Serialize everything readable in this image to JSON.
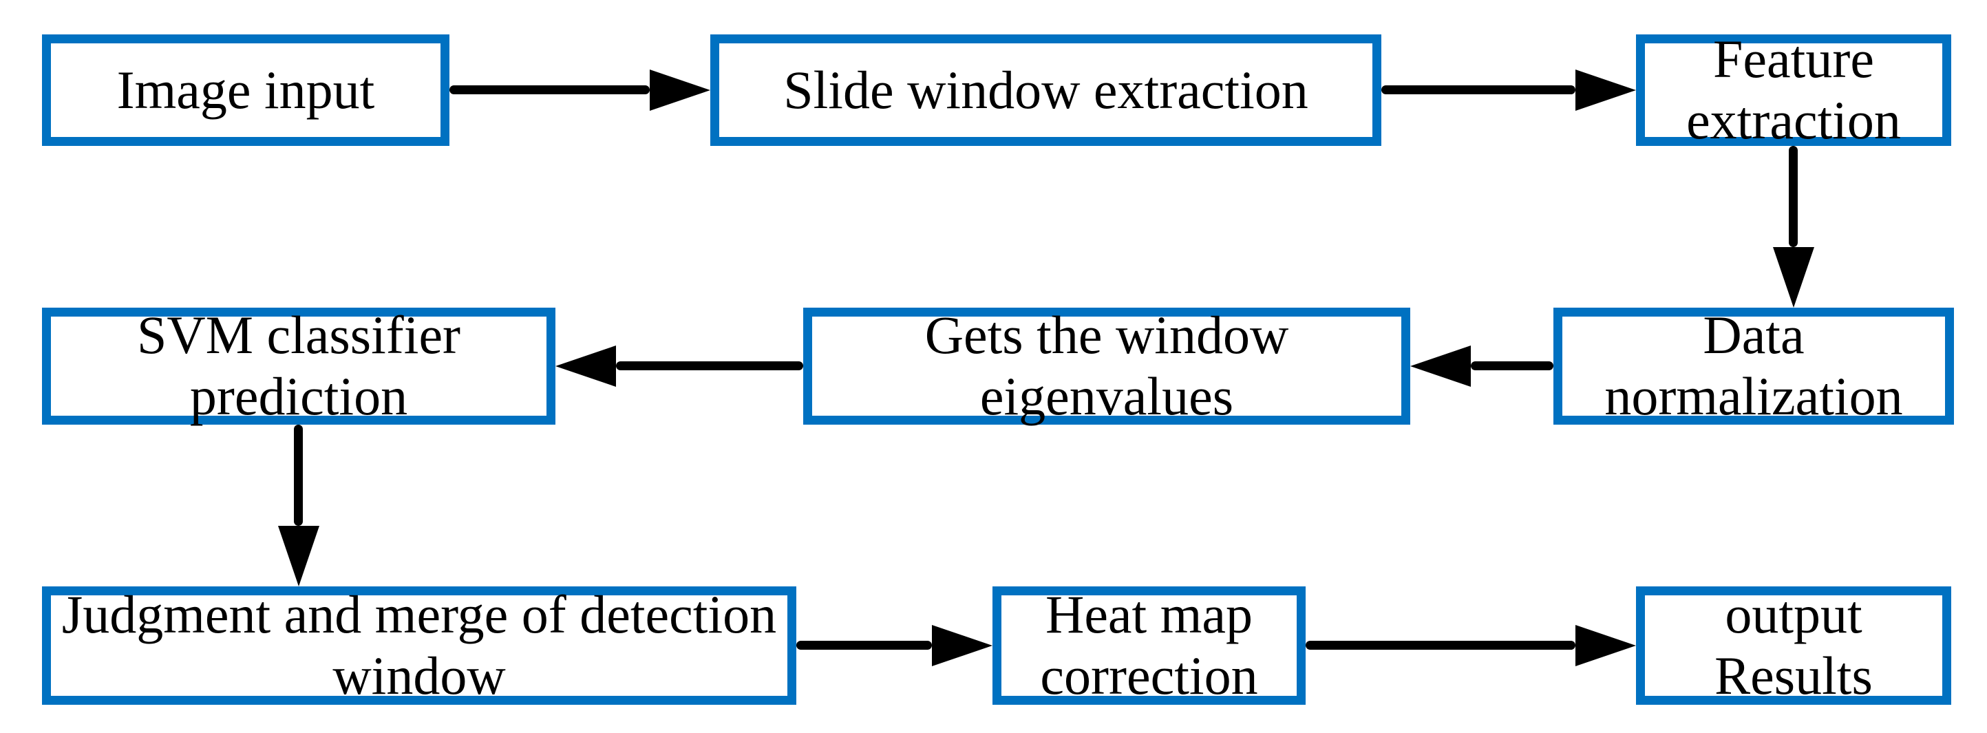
{
  "diagram": {
    "background_color": "#ffffff",
    "accent_color": "#0071c1",
    "arrow_color": "#000000",
    "nodes": [
      {
        "id": "image-input",
        "label": "Image input"
      },
      {
        "id": "slide-window-extraction",
        "label": "Slide window extraction"
      },
      {
        "id": "feature-extraction",
        "label": "Feature\nextraction"
      },
      {
        "id": "data-normalization",
        "label": "Data\nnormalization"
      },
      {
        "id": "gets-the-window-eigenvalues",
        "label": "Gets the window\neigenvalues"
      },
      {
        "id": "svm-classifier-prediction",
        "label": "SVM classifier\nprediction"
      },
      {
        "id": "judgment-and-merge-of-detection-window",
        "label": "Judgment and merge of detection\nwindow"
      },
      {
        "id": "heat-map-correction",
        "label": "Heat map\ncorrection"
      },
      {
        "id": "output-results",
        "label": "output\nResults"
      }
    ],
    "edges": [
      {
        "from": "image-input",
        "to": "slide-window-extraction",
        "direction": "right"
      },
      {
        "from": "slide-window-extraction",
        "to": "feature-extraction",
        "direction": "right"
      },
      {
        "from": "feature-extraction",
        "to": "data-normalization",
        "direction": "down"
      },
      {
        "from": "data-normalization",
        "to": "gets-the-window-eigenvalues",
        "direction": "left"
      },
      {
        "from": "gets-the-window-eigenvalues",
        "to": "svm-classifier-prediction",
        "direction": "left"
      },
      {
        "from": "svm-classifier-prediction",
        "to": "judgment-and-merge-of-detection-window",
        "direction": "down"
      },
      {
        "from": "judgment-and-merge-of-detection-window",
        "to": "heat-map-correction",
        "direction": "right"
      },
      {
        "from": "heat-map-correction",
        "to": "output-results",
        "direction": "right"
      }
    ]
  }
}
